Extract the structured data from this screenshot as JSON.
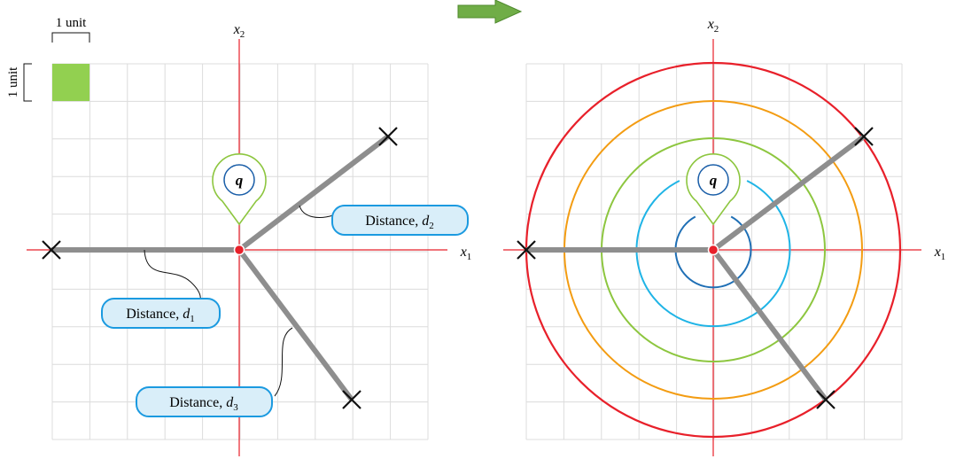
{
  "scale": {
    "horizontal_label": "1 unit",
    "vertical_label": "1 unit",
    "swatch_color": "#92d050"
  },
  "axes": {
    "x_label": "x",
    "x_sub": "1",
    "y_label": "x",
    "y_sub": "2",
    "color": "#e8202a"
  },
  "query": {
    "label": "q",
    "pin_color": "#8dc63f",
    "ring_color": "#1a5ea8",
    "point_color": "#e8202a"
  },
  "callouts": [
    {
      "prefix": "Distance, ",
      "var": "d",
      "sub": "1"
    },
    {
      "prefix": "Distance, ",
      "var": "d",
      "sub": "2"
    },
    {
      "prefix": "Distance, ",
      "var": "d",
      "sub": "3"
    }
  ],
  "arrow_color": "#70ad47",
  "circle_colors": [
    "#1f6fb5",
    "#1fb4e6",
    "#8dc63f",
    "#f39c12",
    "#e8202a"
  ]
}
